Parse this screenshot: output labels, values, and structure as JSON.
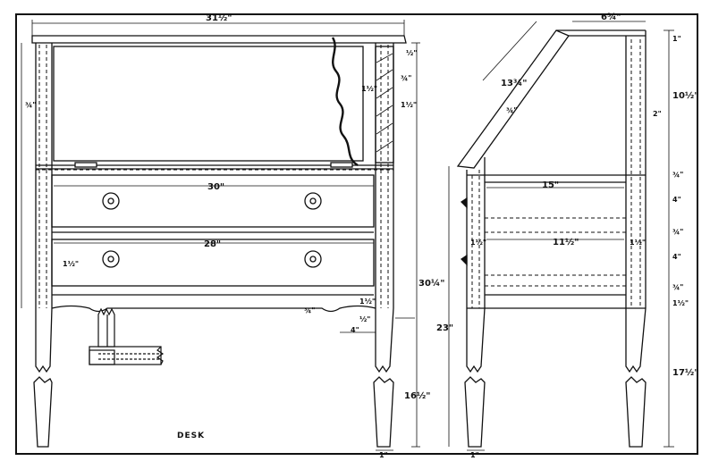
{
  "caption": "DESK",
  "front_view": {
    "overall_width": "31½\"",
    "drawer_top_width": "30\"",
    "drawer_bottom_width": "28\"",
    "left_dim_upper": "¾\"",
    "left_dim_lower": "1½\"",
    "right_dim_a": "½\"",
    "right_dim_b": "1½\"",
    "right_dim_c": "¾\"",
    "right_dim_d": "1½\"",
    "apron_dim_1": "1½\"",
    "apron_dim_2": "¾\"",
    "apron_dim_3": "½\"",
    "apron_dim_4": "4\"",
    "leg_height": "16½\"",
    "leg_width": "1\"",
    "total_height": "30¼\"",
    "height_23": "23\""
  },
  "side_view": {
    "top_depth": "6¾\"",
    "lid_length": "13¾\"",
    "lid_thick": "¾\"",
    "inner_depth": "15\"",
    "mid_depth": "11½\"",
    "inset_left": "1½\"",
    "inset_right": "1½\"",
    "leg_width": "1\"",
    "r_1": "1\"",
    "r_10": "10½\"",
    "r_2": "2\"",
    "r_34a": "¾\"",
    "r_4a": "4\"",
    "r_34b": "¾\"",
    "r_4b": "4\"",
    "r_34c": "¾\"",
    "r_112": "1½\"",
    "r_17": "17½\""
  }
}
